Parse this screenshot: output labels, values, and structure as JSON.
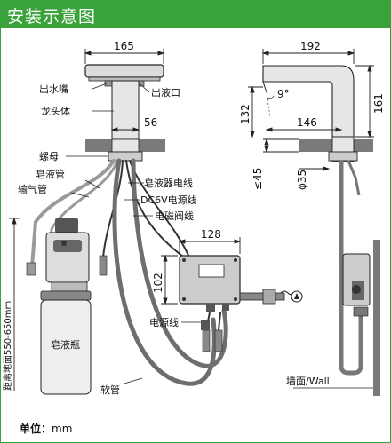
{
  "header": {
    "title": "安装示意图"
  },
  "labels": {
    "spout": "出水嘴",
    "outlet": "出液口",
    "faucet_body": "龙头体",
    "nut": "螺母",
    "soap_tube": "皂液管",
    "air_tube": "输气管",
    "soap_dispenser_cable": "皂液器电线",
    "dc6v_cable": "DC6V电源线",
    "solenoid_cable": "电磁阀线",
    "power_cable": "电源线",
    "soap_bottle": "皂液瓶",
    "hose": "软管",
    "wall": "墙面/Wall",
    "floor_distance": "距离地面550-650mm"
  },
  "dimensions": {
    "top_width": "165",
    "base_offset": "56",
    "side_width": "192",
    "angle": "9°",
    "height_132": "132",
    "height_161": "161",
    "reach_146": "146",
    "max_45": "≤45",
    "diameter": "φ35",
    "box_width": "128",
    "box_height": "102"
  },
  "footer": {
    "units_label": "单位：",
    "units_value": "mm"
  },
  "colors": {
    "header": "#3aa23a",
    "counter": "#7a7a7a",
    "hose": "#6e6e6e"
  }
}
